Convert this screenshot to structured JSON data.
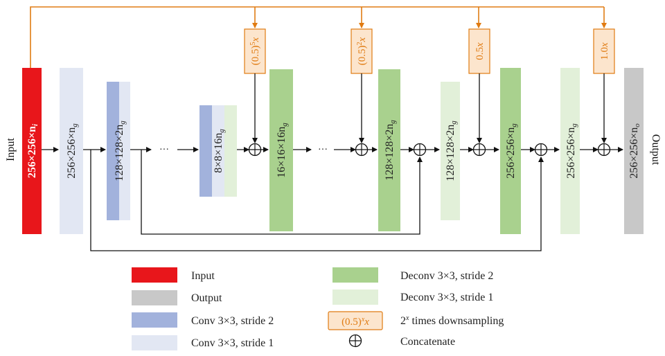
{
  "colors": {
    "input": "#e8161b",
    "output": "#c8c8c8",
    "conv_s2": "#a2b2dc",
    "conv_s1": "#e2e7f3",
    "deconv_s2": "#a9d18e",
    "deconv_s1": "#e2f0d9",
    "downsample_fill": "#fce5cd",
    "downsample_stroke": "#e07b12",
    "orange_line": "#e07b12",
    "arrow": "#111111"
  },
  "side_labels": {
    "input": "Input",
    "output": "Output"
  },
  "blocks": {
    "input": "256×256×n",
    "input_sub": "i",
    "enc1": "256×256×n",
    "enc1_sub": "g",
    "enc2": "128×128×2n",
    "enc2_sub": "g",
    "enc_bottom": "8×8×16n",
    "enc_bottom_sub": "g",
    "dec1": "16×16×16n",
    "dec1_sub": "g",
    "dec2": "128×128×2n",
    "dec2_sub": "g",
    "dec2b": "128×128×2n",
    "dec2b_sub": "g",
    "dec3": "256×256×n",
    "dec3_sub": "g",
    "dec3b": "256×256×n",
    "dec3b_sub": "g",
    "output": "256×256×n",
    "output_sub": "o"
  },
  "downsample_boxes": {
    "box1": {
      "base": "(0.5)",
      "exp": "5",
      "var": "x"
    },
    "box2": {
      "base": "(0.5)",
      "exp": "2",
      "var": "x"
    },
    "box3": {
      "base": "0.5",
      "exp": "",
      "var": "x"
    },
    "box4": {
      "base": "1.0",
      "exp": "",
      "var": "x"
    }
  },
  "ellipsis": "···",
  "legend": {
    "input": "Input",
    "output": "Output",
    "conv_s2": "Conv 3×3, stride 2",
    "conv_s1": "Conv 3×3, stride 1",
    "deconv_s2": "Deconv 3×3, stride 2",
    "deconv_s1": "Deconv 3×3, stride 1",
    "downsample_box": {
      "base": "(0.5)",
      "exp": "x",
      "var": "x"
    },
    "downsample_label": "2",
    "downsample_label_exp": "x",
    "downsample_label_rest": " times downsampling",
    "concat_symbol": "⊕",
    "concat_label": "Concatenate"
  }
}
